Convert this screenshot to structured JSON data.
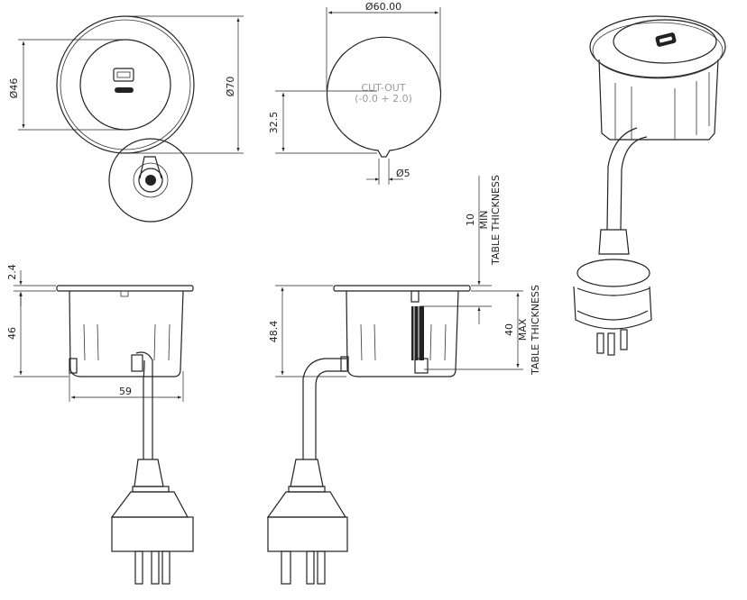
{
  "drawing": {
    "top_view": {
      "dia_inner": "Ø46",
      "dia_outer": "Ø70"
    },
    "cutout_view": {
      "width": "Ø60.00",
      "cutout_line1": "CUT-OUT",
      "cutout_line2": "(-0.0 + 2.0)",
      "height": "32.5",
      "notch": "Ø5"
    },
    "side_view_left": {
      "flange": "2.4",
      "depth": "46",
      "width": "59"
    },
    "side_view_right": {
      "depth": "48.4",
      "min_value": "10",
      "min_label": "MIN",
      "min_caption": "TABLE THICKNESS",
      "max_value": "40",
      "max_label": "MAX",
      "max_caption": "TABLE THICKNESS"
    }
  },
  "colors": {
    "line": "#222222",
    "cutout_text": "#9a9a9a",
    "background": "#ffffff"
  }
}
